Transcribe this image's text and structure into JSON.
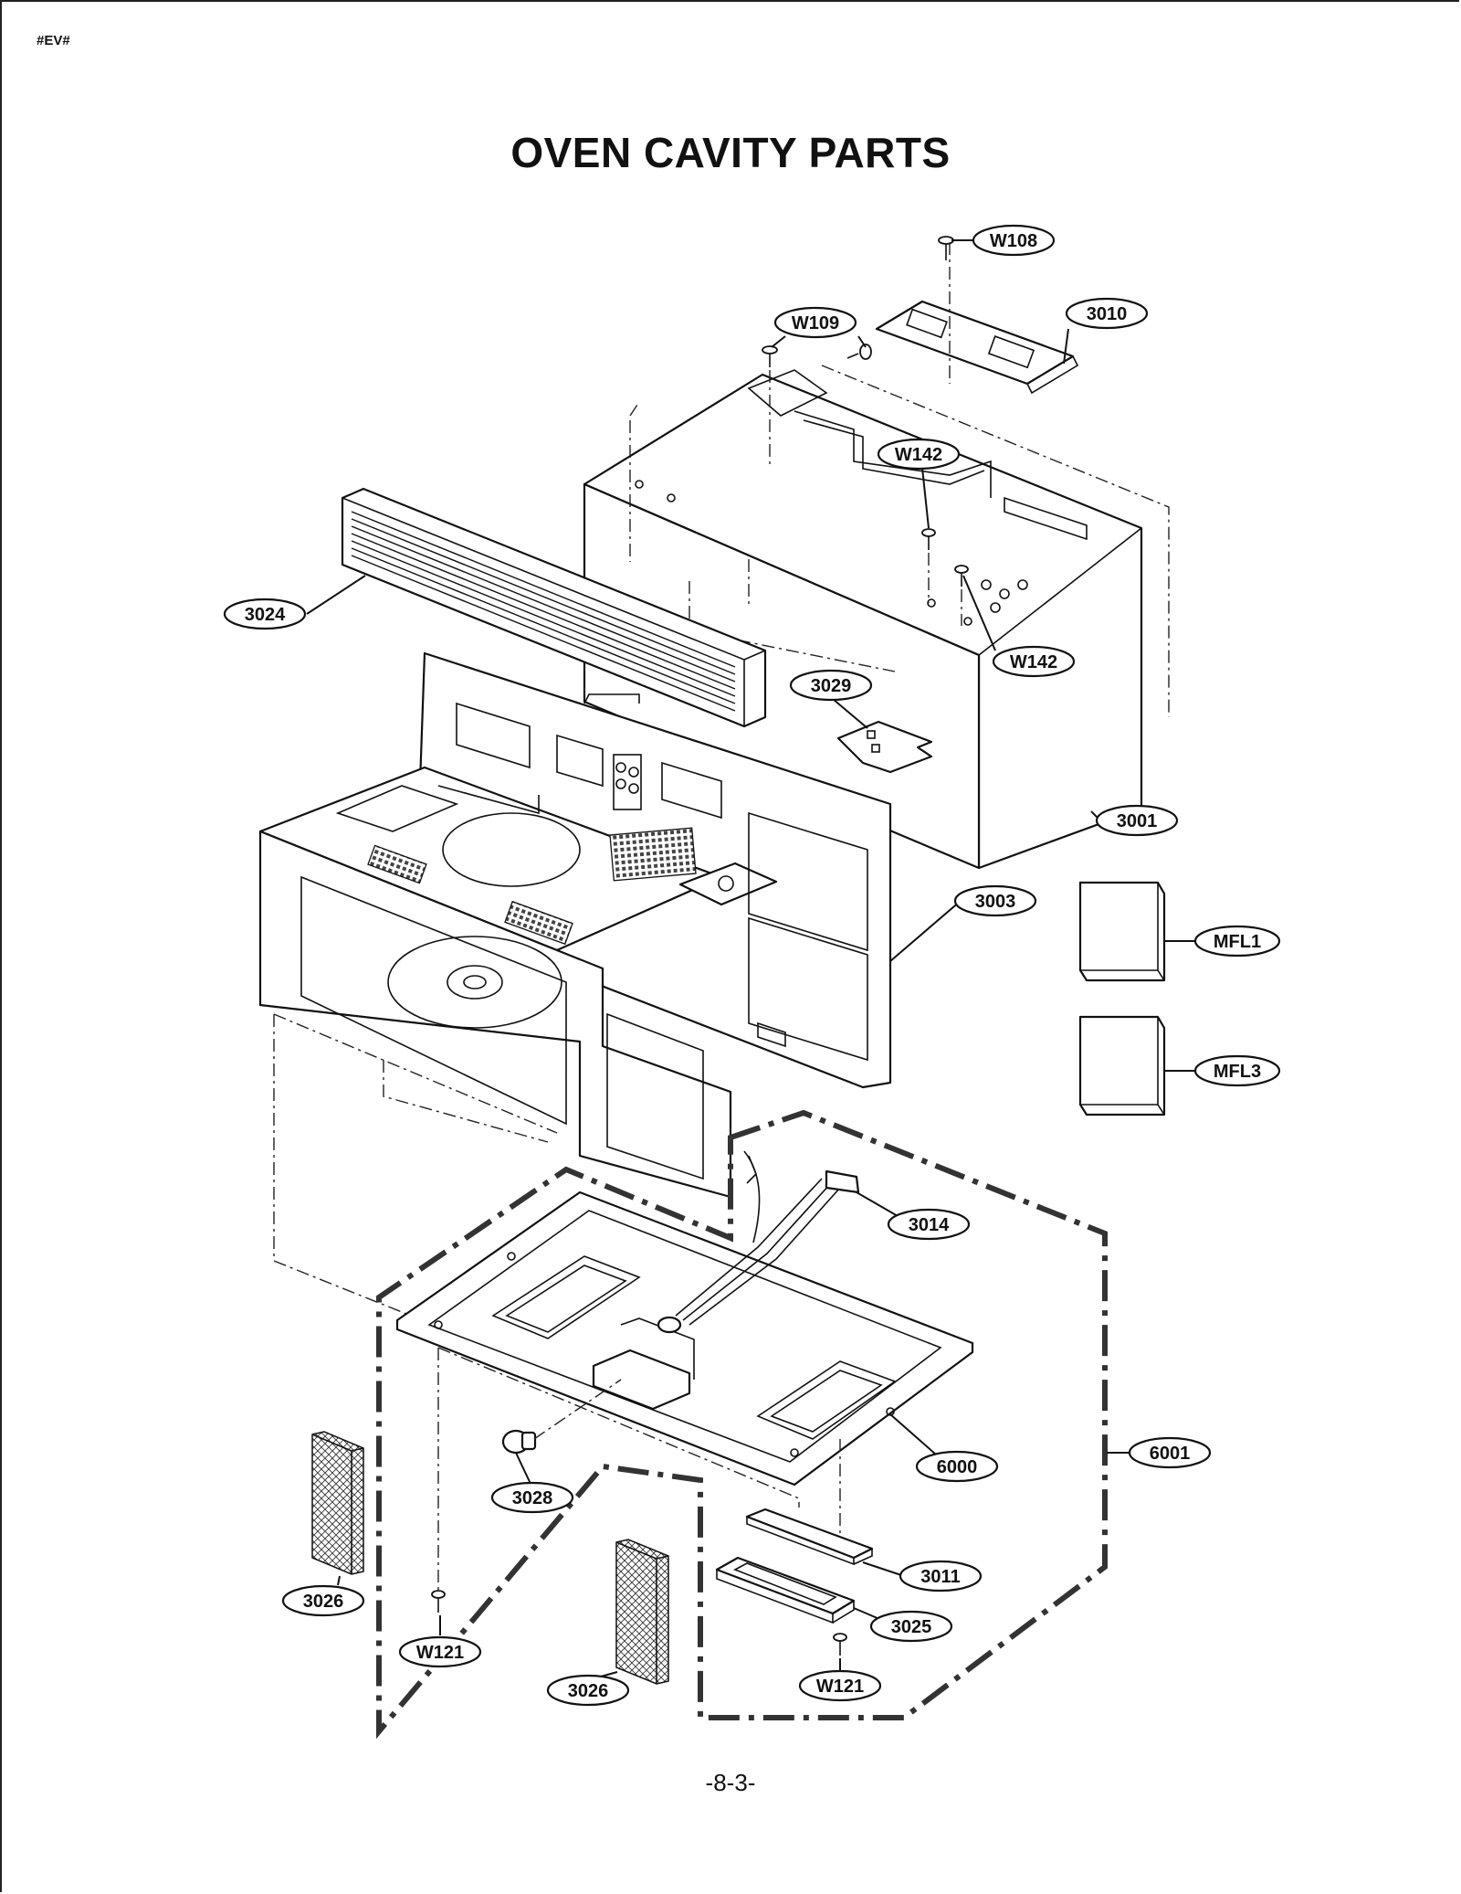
{
  "header": {
    "doc_mark": "#EV#"
  },
  "title": "OVEN CAVITY PARTS",
  "footer": {
    "page_number": "-8-3-"
  },
  "callouts": {
    "w108": "W108",
    "w109": "W109",
    "p3010": "3010",
    "w142_top": "W142",
    "w142_side": "W142",
    "p3024": "3024",
    "p3029": "3029",
    "p3001": "3001",
    "p3003": "3003",
    "mfl1": "MFL1",
    "mfl3": "MFL3",
    "p3014": "3014",
    "p6001": "6001",
    "p6000": "6000",
    "p3028": "3028",
    "p3026_left": "3026",
    "p3026_center": "3026",
    "p3011": "3011",
    "p3025": "3025",
    "w121_left": "W121",
    "w121_right": "W121"
  }
}
